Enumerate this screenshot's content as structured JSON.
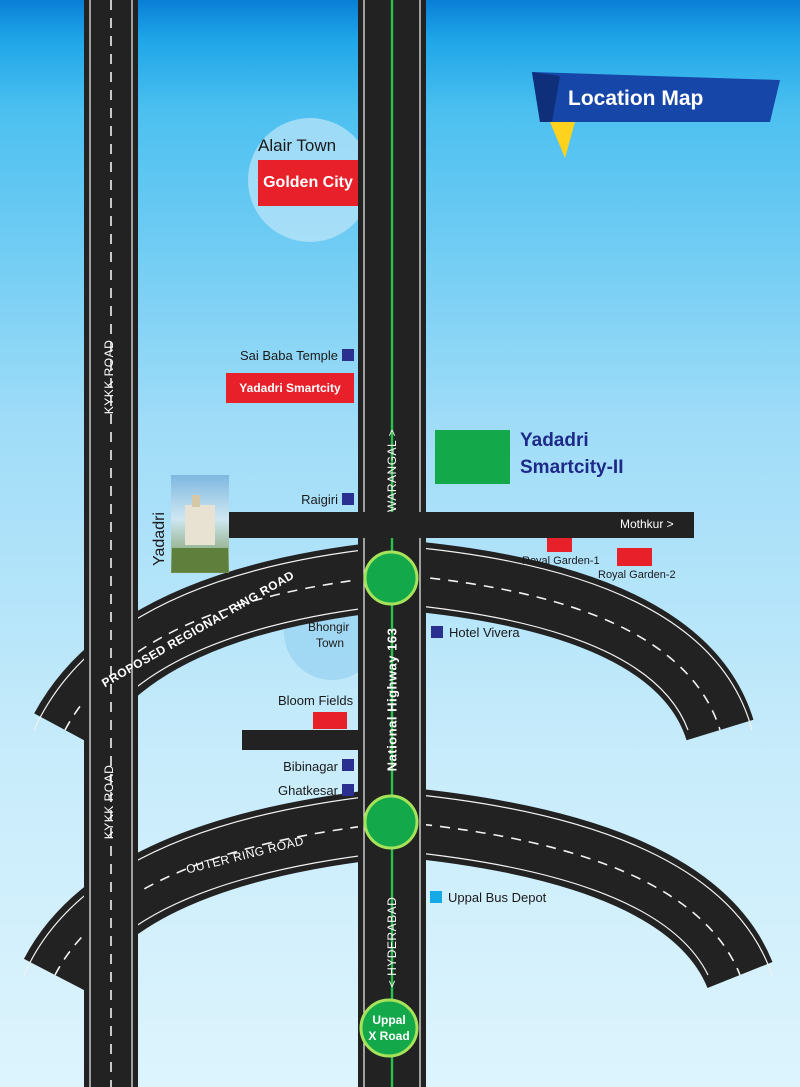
{
  "banner": {
    "title": "Location Map",
    "color": "#1646a8",
    "accent": "#ffd21e"
  },
  "roads": {
    "kykk_road_upper": "KYKK ROAD",
    "kykk_road_lower": "KYKK ROAD",
    "regional_ring_road": "PROPOSED REGIONAL RING ROAD",
    "outer_ring_road": "OUTER RING ROAD",
    "national_highway": "National Highway 163",
    "warangal": "WARANGAL >",
    "hyderabad": "< HYDERABAD",
    "mothkur": "Mothkur >"
  },
  "places": {
    "alair_town": "Alair Town",
    "golden_city": "Golden City",
    "sai_baba_temple": "Sai Baba Temple",
    "yadadri_smartcity": "Yadadri Smartcity",
    "yadadri_smartcity_2_line1": "Yadadri",
    "yadadri_smartcity_2_line2": "Smartcity-II",
    "raigiri": "Raigiri",
    "yadadri": "Yadadri",
    "royal_garden_1": "Royal Garden-1",
    "royal_garden_2": "Royal Garden-2",
    "bhongir_line1": "Bhongir",
    "bhongir_line2": "Town",
    "hotel_vivera": "Hotel Vivera",
    "bloom_fields": "Bloom Fields",
    "bibinagar": "Bibinagar",
    "ghatkesar": "Ghatkesar",
    "uppal_bus_depot": "Uppal Bus Depot",
    "uppal_x_road_line1": "Uppal",
    "uppal_x_road_line2": "X Road"
  },
  "colors": {
    "road": "#222222",
    "marker_red": "#e8202a",
    "marker_navy": "#2b2f8f",
    "marker_cyan": "#16a9e8",
    "junction_green": "#13a84a",
    "highway_line": "#27c24c",
    "project_green": "#13a84a"
  }
}
